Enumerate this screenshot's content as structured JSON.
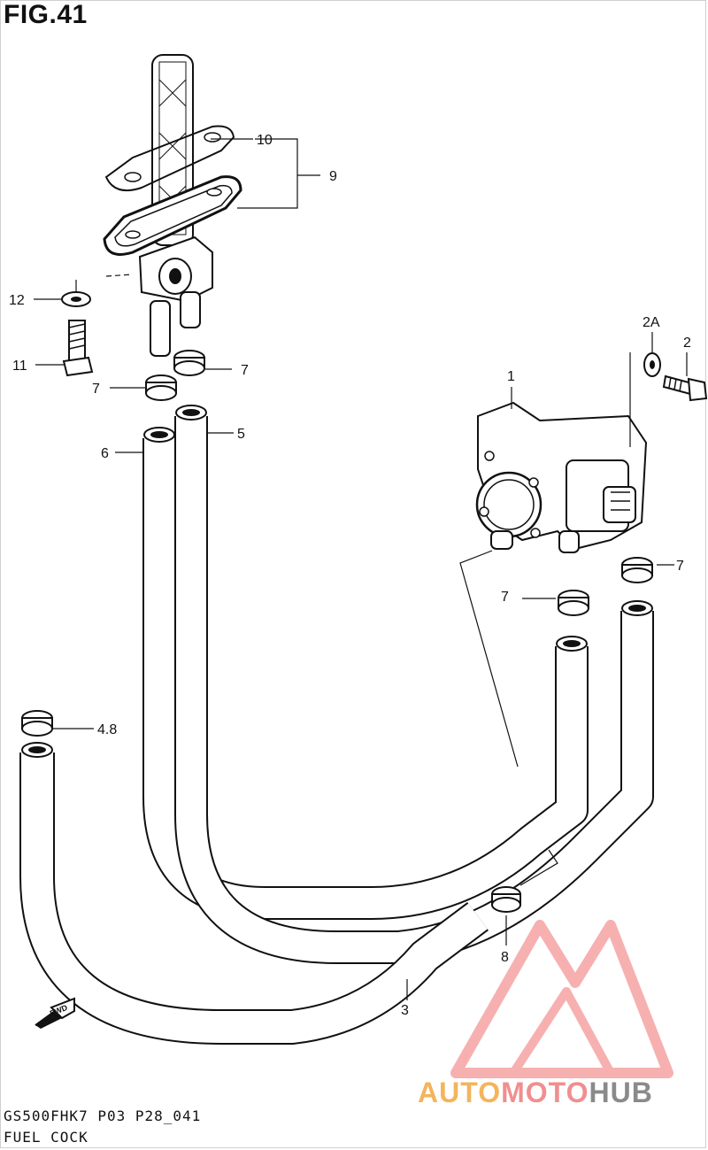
{
  "figure": {
    "title": "FIG.41"
  },
  "callouts": {
    "c1": "1",
    "c2": "2",
    "c2a": "2A",
    "c3": "3",
    "c4_8": "4.8",
    "c5": "5",
    "c6": "6",
    "c7_a": "7",
    "c7_b": "7",
    "c7_c": "7",
    "c7_d": "7",
    "c8": "8",
    "c9": "9",
    "c10": "10",
    "c11": "11",
    "c12": "12"
  },
  "arrow": {
    "label": "FWD"
  },
  "footer": {
    "model_code": "GS500FHK7  P03 P28_041",
    "section_name": "FUEL COCK"
  },
  "watermark": {
    "brand_part1": "AUTO",
    "brand_part2": "MOTO",
    "brand_part3": "HUB",
    "colors": {
      "auto": "#f4b45c",
      "moto": "#f08f8f",
      "hub": "#8a8a8a",
      "triangle": "#f6a3a3"
    }
  }
}
